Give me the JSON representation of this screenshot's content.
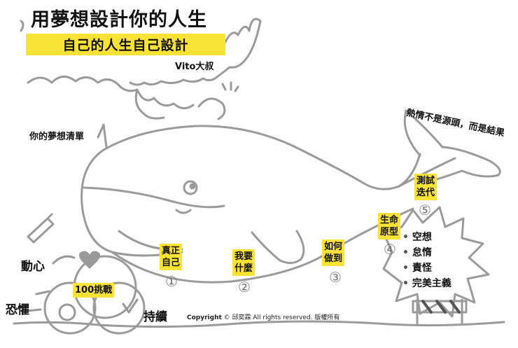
{
  "title": "用夢想設計你的人生",
  "subtitle": "自己的人生自己設計",
  "author": "Vito大叔",
  "dream_list_label": "你的夢想清單",
  "passion_note": "熱情不是源頭，而是結果",
  "left_labels": {
    "motivation": "動心",
    "fear": "恐懼",
    "persist": "持續",
    "challenge": "100挑戰"
  },
  "steps": [
    {
      "number": "①",
      "label_line1": "真正",
      "label_line2": "自己"
    },
    {
      "number": "②",
      "label_line1": "我要",
      "label_line2": "什麼"
    },
    {
      "number": "③",
      "label_line1": "如何",
      "label_line2": "做到"
    },
    {
      "number": "④",
      "label_line1": "生命",
      "label_line2": "原型"
    },
    {
      "number": "⑤",
      "label_line1": "測試",
      "label_line2": "迭代"
    }
  ],
  "obstacles": [
    "空想",
    "怠惰",
    "責怪",
    "完美主義"
  ],
  "copyright": {
    "label": "Copyright",
    "text": "© 邱奕霖 All rights reserved. 版權所有"
  },
  "colors": {
    "highlight": "#f7e235",
    "sketch": "#9a9a9a"
  }
}
